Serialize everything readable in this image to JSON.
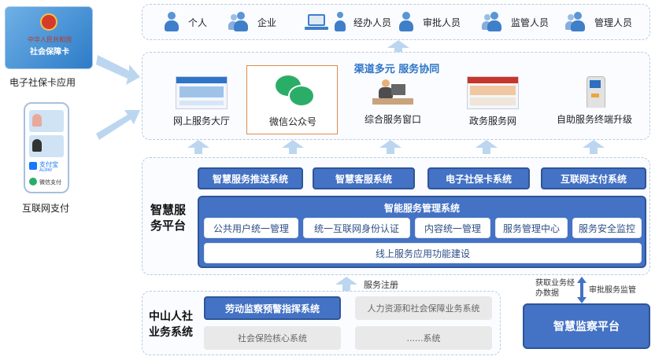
{
  "users": {
    "roles": [
      {
        "label": "个人",
        "icon": "person-icon"
      },
      {
        "label": "企业",
        "icon": "group-icon"
      },
      {
        "label": "经办人员",
        "icon": "laptop-person-icon"
      },
      {
        "label": "审批人员",
        "icon": "person-laptop-icon"
      },
      {
        "label": "监管人员",
        "icon": "group-icon"
      },
      {
        "label": "管理人员",
        "icon": "group-icon"
      }
    ]
  },
  "left": {
    "card_line1": "中华人民共和国",
    "card_line2": "社会保障卡",
    "card_caption": "电子社保卡应用",
    "phone_caption": "互联网支付",
    "alipay_label": "支付宝",
    "alipay_sub": "ALIPAY",
    "wechat_pay_label": "微信支付"
  },
  "channels": {
    "title": "渠道多元  服务协同",
    "items": [
      {
        "label": "网上服务大厅",
        "icon": "website-thumbnail-icon"
      },
      {
        "label": "微信公众号",
        "icon": "wechat-icon"
      },
      {
        "label": "综合服务窗口",
        "icon": "service-window-icon"
      },
      {
        "label": "政务服务网",
        "icon": "gov-website-icon"
      },
      {
        "label": "自助服务终端升级",
        "icon": "kiosk-icon"
      }
    ]
  },
  "platform": {
    "label": "智慧服务平台",
    "top_systems": [
      "智慧服务推送系统",
      "智慧客服系统",
      "电子社保卡系统",
      "互联网支付系统"
    ],
    "mgmt_title": "智能服务管理系统",
    "mgmt_items": [
      "公共用户统一管理",
      "统一互联网身份认证",
      "内容统一管理",
      "服务管理中心",
      "服务安全监控"
    ],
    "mgmt_bottom": "线上服务应用功能建设"
  },
  "business": {
    "label": "中山人社业务系统",
    "register_label": "服务注册",
    "systems": [
      "劳动监察预警指挥系统",
      "人力资源和社会保障业务系统",
      "社会保险核心系统",
      "......系统"
    ]
  },
  "supervision": {
    "label": "智慧监察平台",
    "left_note": "获取业务经办数据",
    "right_note": "审批服务监管"
  },
  "colors": {
    "primary_blue": "#4472c4",
    "accent_blue": "#2e75c7",
    "arrow_light_blue": "#bcd6f0"
  }
}
